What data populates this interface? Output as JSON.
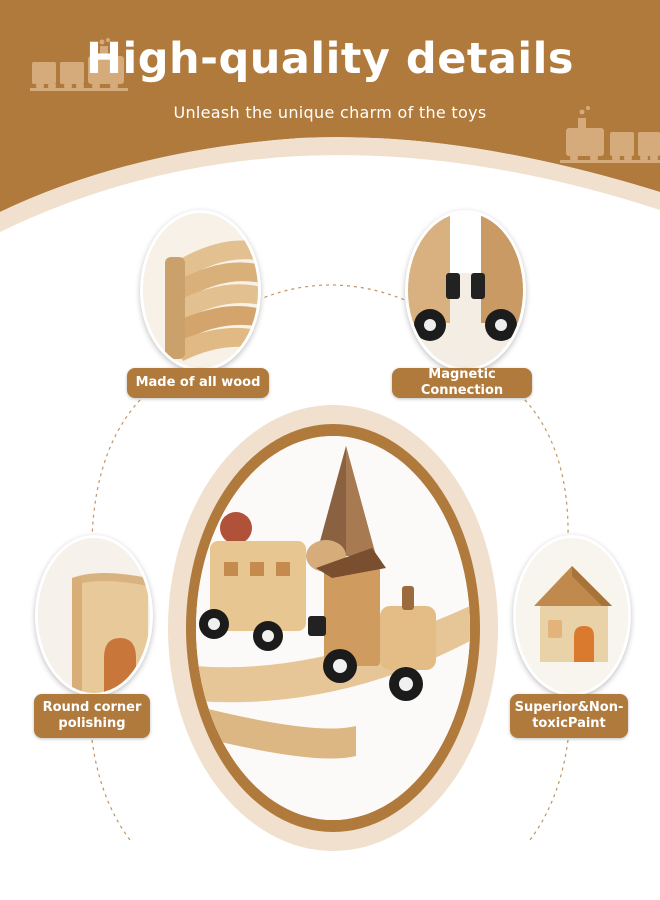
{
  "header": {
    "title": "High-quality details",
    "subtitle": "Unleash the unique charm of the toys"
  },
  "colors": {
    "brand_brown": "#b07a3d",
    "light_cream": "#f0e0cd",
    "background": "#ffffff"
  },
  "features": [
    {
      "label": "Made of all wood",
      "image": "curved-wood-track-pieces"
    },
    {
      "label": "Magnetic  Connection",
      "image": "magnetic-wheel-connection"
    },
    {
      "label": "Round corner polishing",
      "image": "wood-block-rounded-corner"
    },
    {
      "label": "Superior&Non-toxicPaint",
      "image": "wooden-house-block"
    }
  ],
  "center_image": "wooden-train-on-track"
}
